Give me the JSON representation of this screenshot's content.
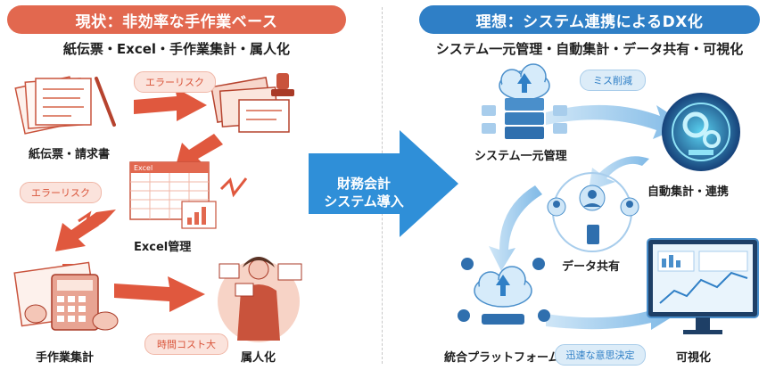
{
  "left": {
    "banner": "現状：非効率な手作業ベース",
    "subtitle": "紙伝票・Excel・手作業集計・属人化",
    "nodes": {
      "paper": "紙伝票・請求書",
      "excel": "Excel管理",
      "manual": "手作業集計",
      "personal": "属人化"
    },
    "tags": {
      "error1": "エラーリスク",
      "error2": "エラーリスク",
      "time_cost": "時間コスト大"
    },
    "excel_sheet_title": "Excel"
  },
  "center": {
    "line1": "財務会計",
    "line2": "システム導入"
  },
  "right": {
    "banner": "理想：システム連携によるDX化",
    "subtitle": "システム一元管理・自動集計・データ共有・可視化",
    "nodes": {
      "central": "システム一元管理",
      "auto": "自動集計・連携",
      "share": "データ共有",
      "platform": "統合プラットフォーム",
      "visual": "可視化"
    },
    "tags": {
      "mistake": "ミス削減",
      "decision": "迅速な意思決定"
    }
  },
  "colors": {
    "left_accent": "#e2684f",
    "right_accent": "#2f7fc6",
    "center_arrow": "#2f8fd8"
  }
}
